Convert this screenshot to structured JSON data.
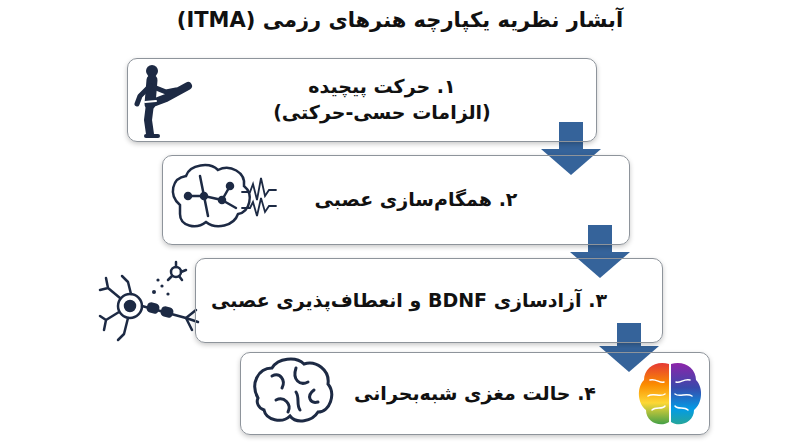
{
  "diagram": {
    "title": "آبشار نظریه یکپارچه هنرهای رزمی (ITMA)",
    "nodes": [
      {
        "text": [
          "۱. حرکت پیچیده",
          "(الزامات حسی-حرکتی)"
        ]
      },
      {
        "text": [
          "۲. همگام‌سازی عصبی"
        ]
      },
      {
        "text": [
          "۳. آزادسازی BDNF و انعطاف‌پذیری عصبی"
        ]
      },
      {
        "text": [
          "۴. حالت مغزی شبه‌بحرانی"
        ]
      }
    ],
    "edges": [
      {
        "from": 0,
        "to": 1,
        "arrow": "to"
      },
      {
        "from": 1,
        "to": 2,
        "arrow": "to"
      },
      {
        "from": 2,
        "to": 3,
        "arrow": "to"
      }
    ]
  }
}
